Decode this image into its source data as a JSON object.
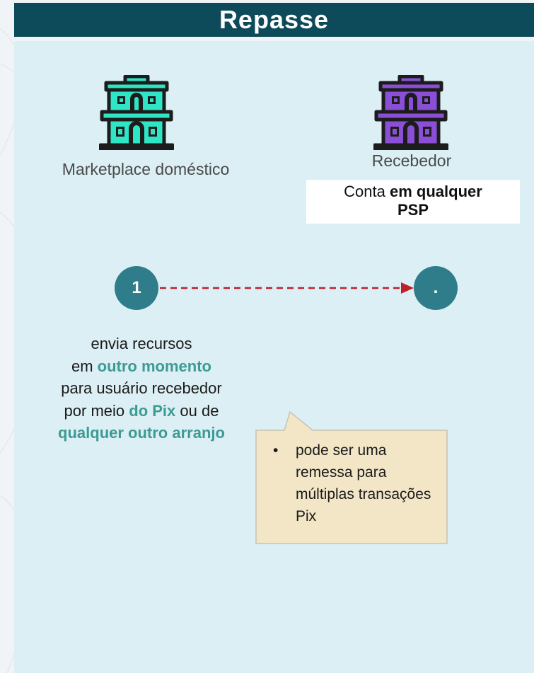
{
  "title": "Repasse",
  "left_entity": {
    "label": "Marketplace doméstico",
    "icon": "building-icon",
    "color": "#2ee6c5"
  },
  "right_entity": {
    "label": "Recebedor",
    "icon": "building-icon",
    "color": "#8a4fd6"
  },
  "account_box": {
    "text_plain": "Conta ",
    "text_bold_1": "em qualquer",
    "text_bold_2": "PSP"
  },
  "steps": {
    "start": "1",
    "end": "."
  },
  "description": {
    "l1": "envia recursos",
    "l2_plain": "em ",
    "l2_hl": "outro momento",
    "l3": "para usuário recebedor",
    "l4_plain": "por meio ",
    "l4_hl": "do Pix",
    "l4_tail": " ou de",
    "l5_hl": "qualquer outro arranjo"
  },
  "callout": {
    "bullet": "•",
    "text": "pode ser uma remessa para múltiplas transações Pix"
  },
  "colors": {
    "header": "#0d4a5a",
    "panel": "#dbeff4",
    "circle": "#2f7d8a",
    "arrow": "#c0202a",
    "highlight": "#3d9a94",
    "callout": "#f2e6c6"
  }
}
